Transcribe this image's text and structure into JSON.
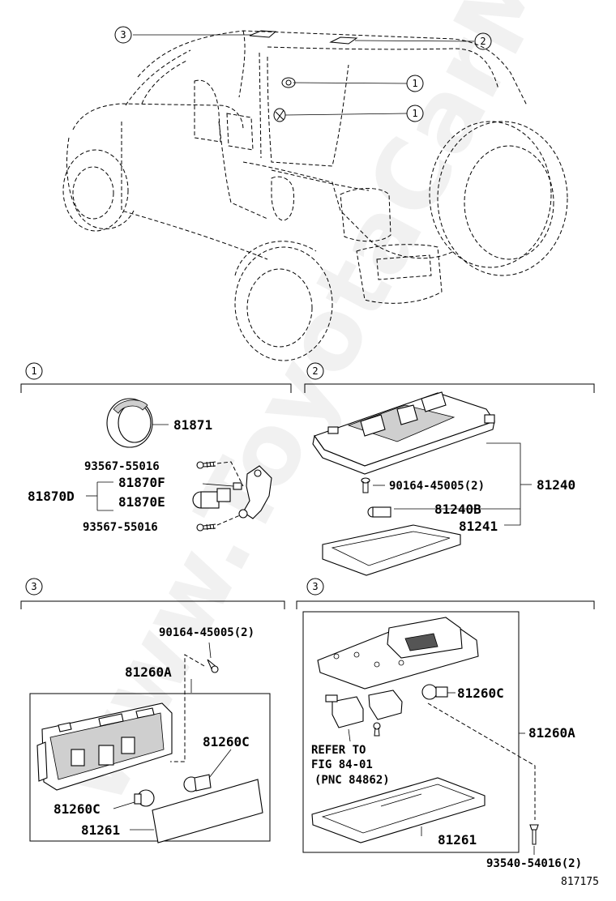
{
  "watermark": "www.ToyotaCarManual.ru",
  "callouts": {
    "c1": "1",
    "c2": "2",
    "c3": "3"
  },
  "overview": {
    "callout_top_left": "3",
    "callout_top_right": "2",
    "callout_upper": "1",
    "callout_lower": "1"
  },
  "section1": {
    "callout": "1",
    "p_cover": "81871",
    "p_screw_top": "93567-55016",
    "p_assembly": "81870D",
    "p_socket": "81870F",
    "p_bulb": "81870E",
    "p_screw_bottom": "93567-55016"
  },
  "section2": {
    "callout": "2",
    "p_screw": "90164-45005(2)",
    "p_lamp": "81240",
    "p_bulb": "81240B",
    "p_lens": "81241"
  },
  "section3a": {
    "callout": "3",
    "p_screw": "90164-45005(2)",
    "p_lamp": "81260A",
    "p_bulb_right": "81260C",
    "p_bulb_left": "81260C",
    "p_lens": "81261"
  },
  "section3b": {
    "callout": "3",
    "p_bulb": "81260C",
    "p_lamp": "81260A",
    "refer_line1": "REFER TO",
    "refer_line2": "FIG 84-01",
    "refer_line3": "(PNC 84862)",
    "p_lens": "81261",
    "p_screw": "93540-54016(2)"
  },
  "figure_number": "817175"
}
